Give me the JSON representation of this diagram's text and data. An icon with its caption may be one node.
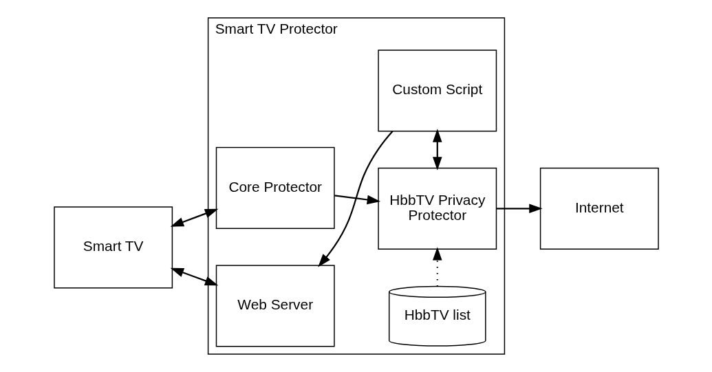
{
  "diagram": {
    "nodes": [
      {
        "text": [
          "Smart TV Protector"
        ]
      },
      {
        "text": [
          "HbbTV list"
        ],
        "in": 0
      },
      {
        "text": [
          "Core Protector"
        ],
        "in": 0
      },
      {
        "text": [
          "HbbTV Privacy Protector"
        ],
        "in": 0
      },
      {
        "text": [
          "Web Server"
        ],
        "in": 0
      },
      {
        "text": [
          "Custom Script"
        ],
        "in": 0
      },
      {
        "text": [
          "Smart TV"
        ]
      },
      {
        "text": [
          "Internet"
        ]
      }
    ],
    "edges": [
      {
        "from": 1,
        "to": 3,
        "arrow": "to",
        "style": "dashed"
      },
      {
        "from": 6,
        "to": 2,
        "arrow": "both"
      },
      {
        "from": 6,
        "to": 4,
        "arrow": "both"
      },
      {
        "from": 2,
        "to": 3,
        "arrow": "to"
      },
      {
        "from": 3,
        "to": 7,
        "arrow": "to"
      },
      {
        "from": 3,
        "to": 5,
        "arrow": "both"
      },
      {
        "from": 5,
        "to": 4,
        "arrow": "to"
      }
    ]
  }
}
